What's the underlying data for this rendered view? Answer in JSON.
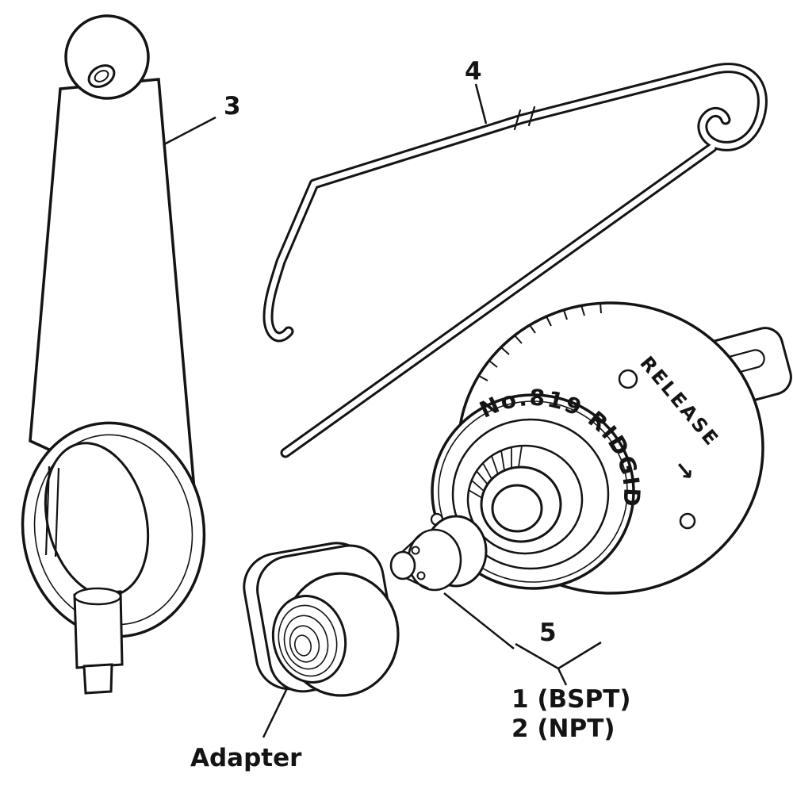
{
  "diagram": {
    "background_color": "#ffffff",
    "line_color": "#141414",
    "callouts": {
      "part3": "3",
      "part4": "4",
      "part5": "5",
      "adapter": "Adapter",
      "variant_line1": "1 (BSPT)",
      "variant_line2": "2 (NPT)"
    },
    "chuck_markings": {
      "model": "No.819 RIDGID",
      "release": "RELEASE",
      "release_arrow": "→"
    }
  }
}
